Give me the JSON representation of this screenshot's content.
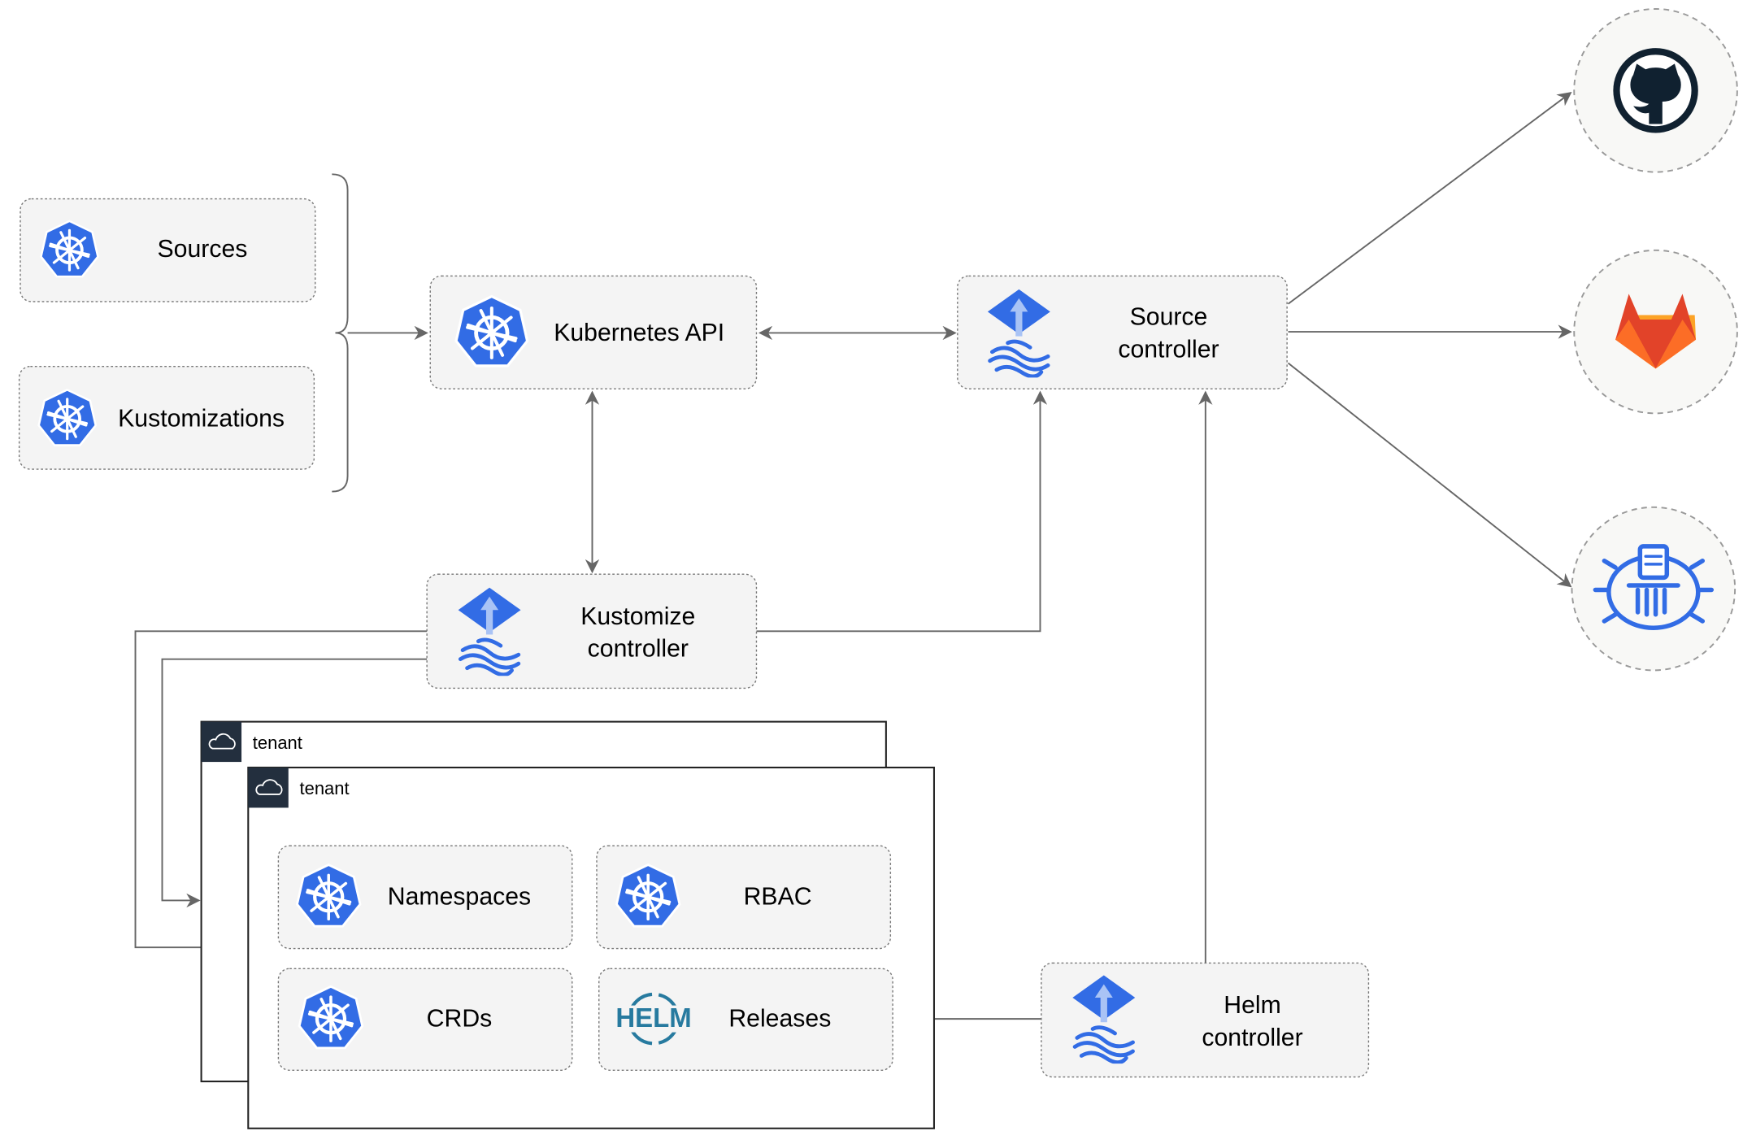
{
  "nodes": {
    "sources": "Sources",
    "kustomizations": "Kustomizations",
    "kubernetes_api": "Kubernetes API",
    "source_controller": [
      "Source",
      "controller"
    ],
    "kustomize_controller": [
      "Kustomize",
      "controller"
    ],
    "helm_controller": [
      "Helm",
      "controller"
    ],
    "namespaces": "Namespaces",
    "rbac": "RBAC",
    "crds": "CRDs",
    "releases": "Releases",
    "helm_logo_text": "HELM"
  },
  "tenants": [
    "tenant",
    "tenant"
  ],
  "external_sources": [
    {
      "icon": "github-icon"
    },
    {
      "icon": "gitlab-icon"
    },
    {
      "icon": "helm-repository-icon"
    }
  ],
  "colors": {
    "kubernetes_blue": "#326ce5",
    "helm_teal": "#277a9f",
    "gitlab_orange": "#e24329",
    "github_dark": "#102130",
    "edge": "#666666"
  }
}
